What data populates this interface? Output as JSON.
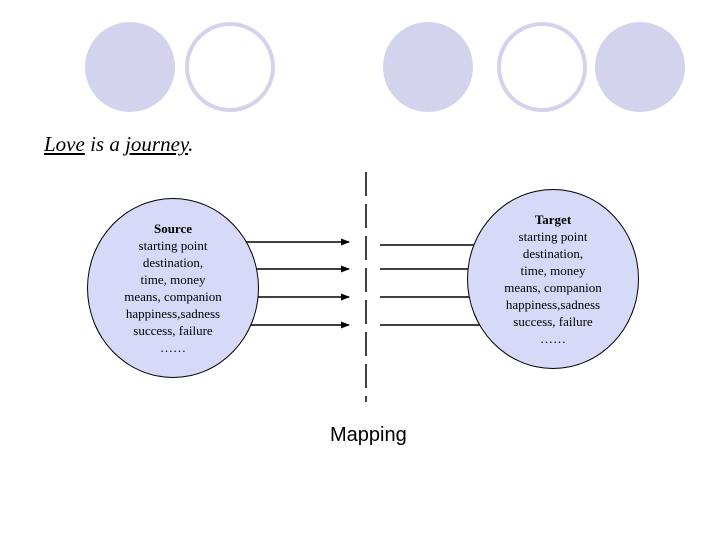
{
  "decorations": [
    {
      "icon": "filled-circle"
    },
    {
      "icon": "outline-circle"
    },
    {
      "icon": "filled-circle"
    },
    {
      "icon": "outline-circle"
    },
    {
      "icon": "filled-circle"
    }
  ],
  "title": {
    "word1": "Love",
    "mid": " is a ",
    "word2": "journey",
    "end": "."
  },
  "source": {
    "heading": "Source",
    "items": [
      "starting point",
      "destination,",
      "time, money",
      "means, companion",
      "happiness,sadness",
      "success, failure",
      "……"
    ]
  },
  "target": {
    "heading": "Target",
    "items": [
      "starting point",
      "destination,",
      "time, money",
      "means, companion",
      "happiness,sadness",
      "success, failure",
      "……"
    ]
  },
  "mapping": {
    "label": "Mapping"
  },
  "colors": {
    "circle_fill": "#d6d9f8",
    "decoration": "#d3d3ee",
    "line": "#000000"
  }
}
